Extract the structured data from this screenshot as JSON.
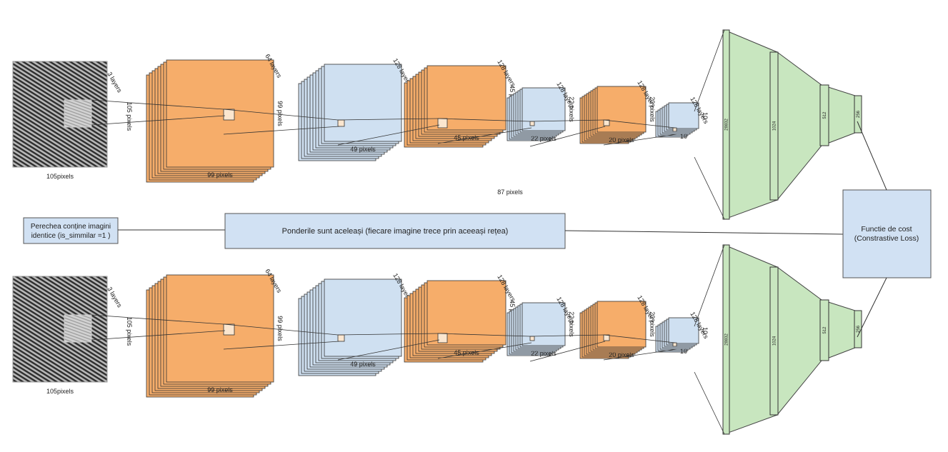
{
  "colors": {
    "orange": "#f6ad6a",
    "blue": "#cfe0f1",
    "green": "#c8e6bf",
    "box": "#d1e1f3",
    "stroke": "#333333",
    "fingerprint": "#6e6e6e"
  },
  "network": {
    "input": {
      "pixels_bottom": "105pixels",
      "pixels_side": "105 pixels",
      "layers": "3 layers"
    },
    "conv1": {
      "layers": "64 layers",
      "pixels_side": "99 pixels",
      "pixels_bottom": "99 pixels"
    },
    "pool1": {
      "layers": "128 layers",
      "pixels_side": "49 pixels",
      "pixels_bottom": "49 pixels"
    },
    "conv2": {
      "layers": "128 layers",
      "pixels_side": "45 pixels",
      "pixels_bottom": "45 pixels"
    },
    "pool2": {
      "layers": "128 layers",
      "pixels_side": "22 pixels",
      "pixels_bottom": "22 pixels"
    },
    "conv3": {
      "layers": "128 layers",
      "pixels_side": "20 pixels",
      "pixels_bottom": "20 pixels"
    },
    "pool3": {
      "layers": "128 layers",
      "pixels_side": "10",
      "pixels_bottom": "10"
    },
    "fc": [
      "28832",
      "1024",
      "512",
      "256"
    ]
  },
  "top_extra": "87 pixels",
  "left_box": [
    "Perechea conține imagini",
    "identice (is_simmilar =1 )"
  ],
  "center_box": "Ponderile sunt aceleași (fiecare imagine trece prin aceeași rețea)",
  "right_box": [
    "Functie de cost",
    "(Constrastive Loss)"
  ]
}
